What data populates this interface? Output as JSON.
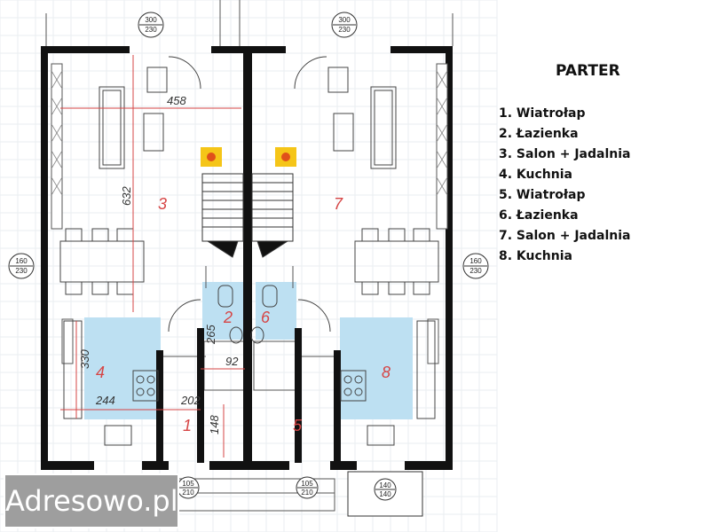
{
  "legend": {
    "title": "PARTER",
    "items": [
      "1. Wiatrołap",
      "2. Łazienka",
      "3. Salon + Jadalnia",
      "4. Kuchnia",
      "5. Wiatrołap",
      "6. Łazienka",
      "7. Salon + Jadalnia",
      "8. Kuchnia"
    ]
  },
  "rooms": {
    "r1": "1",
    "r2": "2",
    "r3": "3",
    "r4": "4",
    "r5": "5",
    "r6": "6",
    "r7": "7",
    "r8": "8"
  },
  "dimensions": {
    "d458": "458",
    "d632": "632",
    "d330": "330",
    "d244": "244",
    "d202": "202",
    "d148": "148",
    "d265": "265",
    "d92": "92"
  },
  "window_labels": {
    "top_left": [
      "300",
      "230"
    ],
    "top_right": [
      "300",
      "230"
    ],
    "side_left": [
      "160",
      "230"
    ],
    "side_right": [
      "160",
      "230"
    ],
    "door_left": [
      "105",
      "210"
    ],
    "door_right": [
      "105",
      "210"
    ],
    "box_right": [
      "140",
      "140"
    ]
  },
  "watermark": "Adresowo.pl",
  "colors": {
    "wall": "#111111",
    "thin": "#555555",
    "wet_area": "#bde0f2",
    "dimension": "#d64545",
    "fireplace": "#e0501a",
    "fireplace_bg": "#f5c518"
  }
}
